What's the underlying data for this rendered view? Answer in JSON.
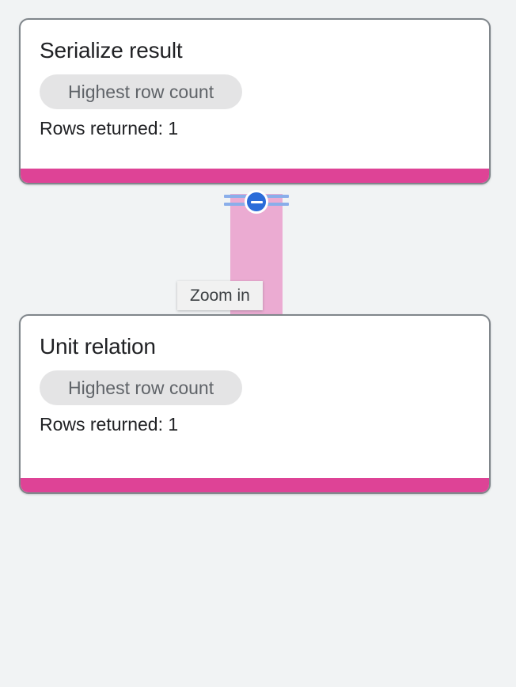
{
  "canvas": {
    "background_color": "#F1F3F4"
  },
  "nodes": [
    {
      "id": "serialize-result",
      "title": "Serialize result",
      "chip_label": "Highest row count",
      "meta": "Rows returned: 1",
      "accent_color": "#DE4396",
      "border_color": "#80868B"
    },
    {
      "id": "unit-relation",
      "title": "Unit relation",
      "chip_label": "Highest row count",
      "meta": "Rows returned: 1",
      "accent_color": "#DE4396",
      "border_color": "#80868B"
    }
  ],
  "edge": {
    "connector_color": "#EBABD2",
    "handle": {
      "icon": "minus-circle-icon",
      "fill_color": "#2B6CD9",
      "line_color": "#8AAEEA"
    }
  },
  "tooltip": {
    "text": "Zoom in",
    "background_color": "#F1F1F1"
  }
}
